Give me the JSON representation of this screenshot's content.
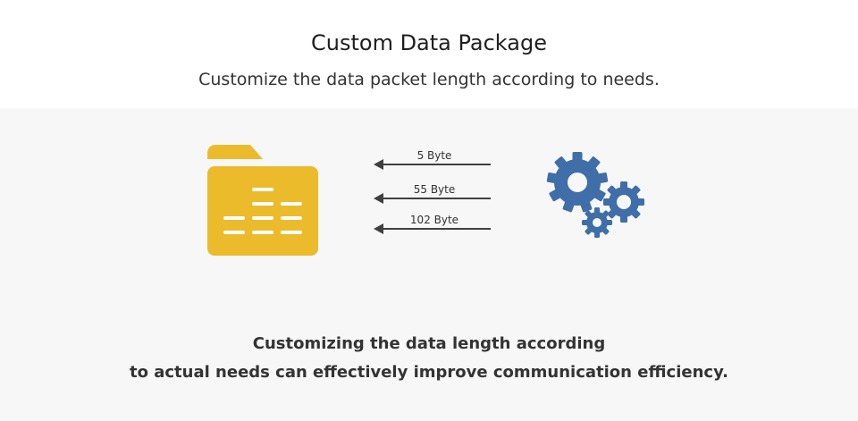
{
  "header": {
    "title": "Custom Data Package",
    "subtitle": "Customize the data packet length according to needs."
  },
  "diagram": {
    "left_icon": "folder-document-icon",
    "right_icon": "gears-icon",
    "arrows": [
      {
        "label": "5 Byte"
      },
      {
        "label": "55 Byte"
      },
      {
        "label": "102 Byte"
      }
    ]
  },
  "description": {
    "line1": "Customizing the data length according",
    "line2": "to actual needs can effectively improve communication efficiency."
  },
  "colors": {
    "folder": "#ebbb2c",
    "gear": "#3f6ea9",
    "arrow": "#404040",
    "panel_bg": "#f7f7f7"
  }
}
